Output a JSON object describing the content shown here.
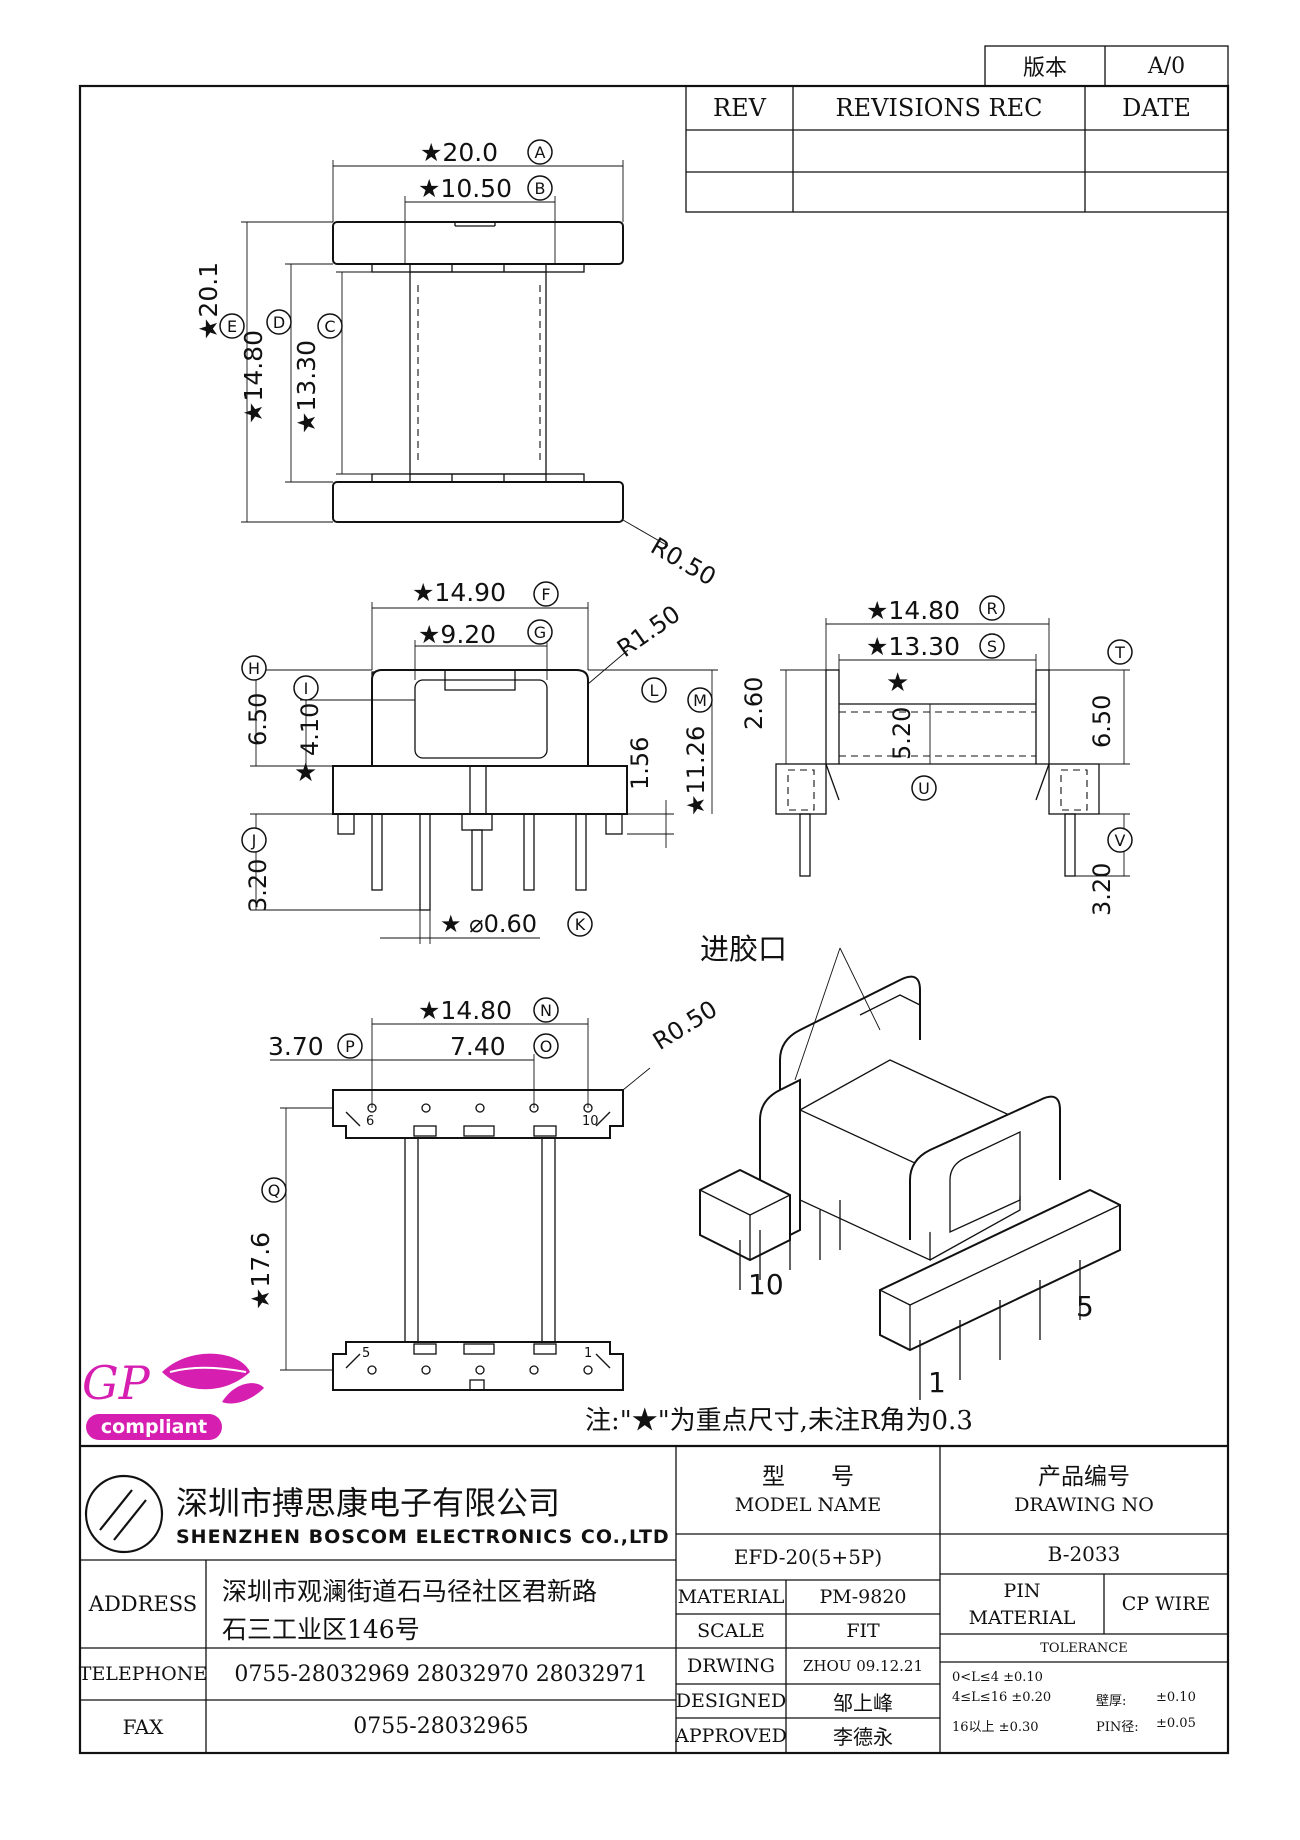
{
  "version_box": {
    "label": "版本",
    "value": "A/0"
  },
  "revision_table": {
    "headers": [
      "REV",
      "REVISIONS REC",
      "DATE"
    ]
  },
  "dims": {
    "A": "★20.0",
    "B": "★10.50",
    "C": "★13.30",
    "D": "★14.80",
    "E": "★20.1",
    "R1": "R0.50",
    "F": "★14.90",
    "G": "★9.20",
    "R2": "R1.50",
    "H": "6.50",
    "I": "4.10",
    "L": "1.56",
    "M": "★11.26",
    "J": "3.20",
    "K": "★ ⌀0.60",
    "R": "★14.80",
    "S": "★13.30",
    "T": "6.50",
    "left_260": "2.60",
    "U": "5.20",
    "V": "3.20",
    "N": "★14.80",
    "P": "3.70",
    "O": "7.40",
    "R3": "R0.50",
    "Q": "★17.6",
    "star": "★"
  },
  "circle_letters": [
    "A",
    "B",
    "C",
    "D",
    "E",
    "F",
    "G",
    "H",
    "I",
    "J",
    "K",
    "L",
    "M",
    "O",
    "N",
    "P",
    "Q",
    "R",
    "S",
    "T",
    "U",
    "V"
  ],
  "pin_labels": {
    "p6": "6",
    "p10": "10",
    "p5": "5",
    "p1": "1",
    "iso10": "10",
    "iso5": "5",
    "iso1": "1"
  },
  "gate_label": "进胶口",
  "note": "注:\"★\"为重点尺寸,未注R角为0.3",
  "logo": {
    "gp": "GP",
    "compliant": "compliant",
    "gp_color": "#d61fb1"
  },
  "company": {
    "name_cn": "深圳市搏思康电子有限公司",
    "name_en": "SHENZHEN BOSCOM ELECTRONICS CO.,LTD"
  },
  "contact": {
    "address_label": "ADDRESS",
    "address_line1": "深圳市观澜街道石马径社区君新路",
    "address_line2": "石三工业区146号",
    "telephone_label": "TELEPHONE",
    "telephone": "0755-28032969 28032970 28032971",
    "fax_label": "FAX",
    "fax": "0755-28032965"
  },
  "title_block": {
    "model_cn": "型　　号",
    "model_en": "MODEL NAME",
    "model_value": "EFD-20(5+5P)",
    "drawing_cn": "产品编号",
    "drawing_en": "DRAWING NO",
    "drawing_value": "B-2033",
    "material_label": "MATERIAL",
    "material_value": "PM-9820",
    "scale_label": "SCALE",
    "scale_value": "FIT",
    "drwing_label": "DRWING",
    "drwing_value": "ZHOU 09.12.21",
    "designed_label": "DESIGNED",
    "designed_value": "邹上峰",
    "approved_label": "APPROVED",
    "approved_value": "李德永",
    "pin_material_line1": "PIN",
    "pin_material_line2": "MATERIAL",
    "pin_material_value": "CP WIRE",
    "tolerance_label": "TOLERANCE",
    "tol1": "0<L≤4  ±0.10",
    "tol2": "4≤L≤16 ±0.20",
    "tol3": "16以上    ±0.30",
    "wall_label": "壁厚:",
    "wall_value": "±0.10",
    "pin_dia_label": "PIN径:",
    "pin_dia_value": "±0.05"
  }
}
